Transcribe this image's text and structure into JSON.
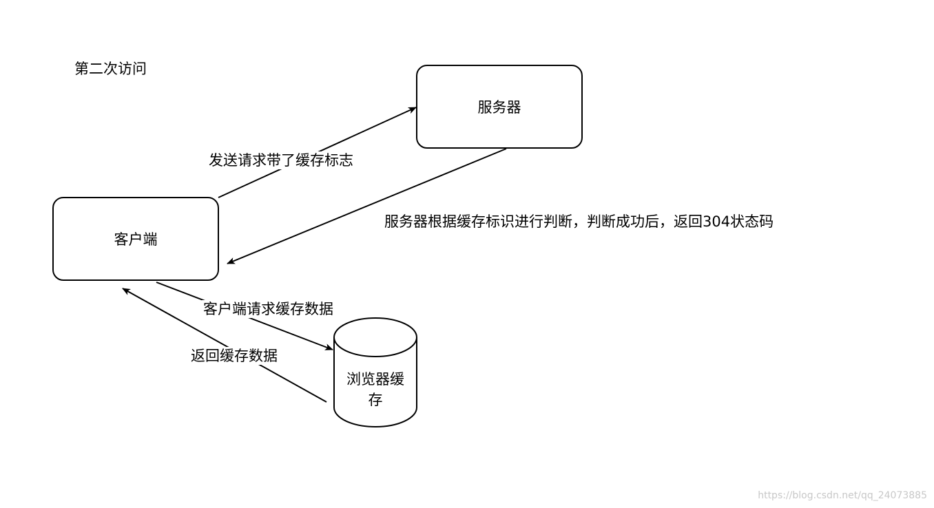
{
  "title": "第二次访问",
  "nodes": {
    "server": "服务器",
    "client": "客户端",
    "cache_line1": "浏览器缓",
    "cache_line2": "存"
  },
  "edges": {
    "client_to_server": "发送请求带了缓存标志",
    "server_to_client": "服务器根据缓存标识进行判断，判断成功后，返回304状态码",
    "client_to_cache": "客户端请求缓存数据",
    "cache_to_client": "返回缓存数据"
  },
  "watermark": "https://blog.csdn.net/qq_24073885"
}
